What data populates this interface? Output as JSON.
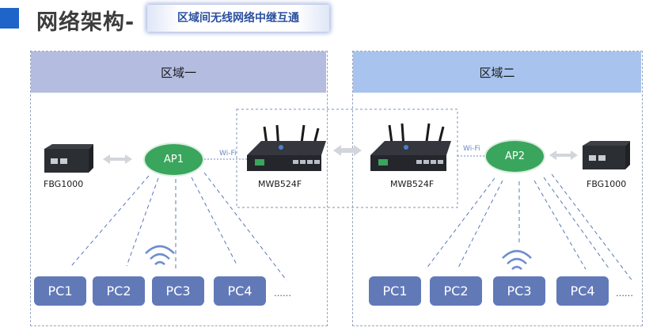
{
  "header": {
    "title": "网络架构-",
    "subtitle": "区域间无线网络中继互通"
  },
  "regions": [
    {
      "name": "区域一",
      "header_color": "#b4bce0",
      "gateway": "FBG1000",
      "ap": "AP1",
      "bridge": "MWB524F",
      "wifi_label": "Wi-Fi",
      "pcs": [
        "PC1",
        "PC2",
        "PC3",
        "PC4"
      ],
      "more": "……"
    },
    {
      "name": "区域二",
      "header_color": "#a8c4ee",
      "gateway": "FBG1000",
      "ap": "AP2",
      "bridge": "MWB524F",
      "wifi_label": "Wi-Fi",
      "pcs": [
        "PC1",
        "PC2",
        "PC3",
        "PC4"
      ],
      "more": "……"
    }
  ],
  "colors": {
    "accent": "#1f64c8",
    "pc_box": "#6279b8",
    "ap": "#3aa55c",
    "dashed_line": "#5a78b8"
  },
  "icons": [
    "switch-device-icon",
    "wireless-bridge-icon",
    "wifi-signal-icon",
    "double-arrow-icon"
  ]
}
